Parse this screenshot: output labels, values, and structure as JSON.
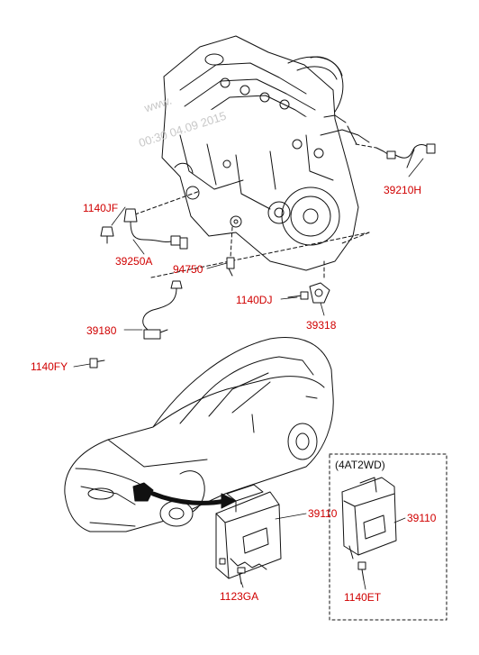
{
  "watermark": {
    "line1": "www.",
    "line2": "00:30 04.09 2015"
  },
  "part_labels": {
    "p1140JF": "1140JF",
    "p39250A": "39250A",
    "p94750": "94750",
    "p39210H": "39210H",
    "p1140DJ": "1140DJ",
    "p39318": "39318",
    "p39180": "39180",
    "p1140FY": "1140FY",
    "p39110": "39110",
    "p1123GA": "1123GA",
    "p39110_b": "39110",
    "p1140ET": "1140ET"
  },
  "variant_box": {
    "label": "(4AT2WD)"
  },
  "colors": {
    "label_red": "#d00000",
    "line_black": "#111111",
    "watermark_gray": "#c8c8c8"
  }
}
